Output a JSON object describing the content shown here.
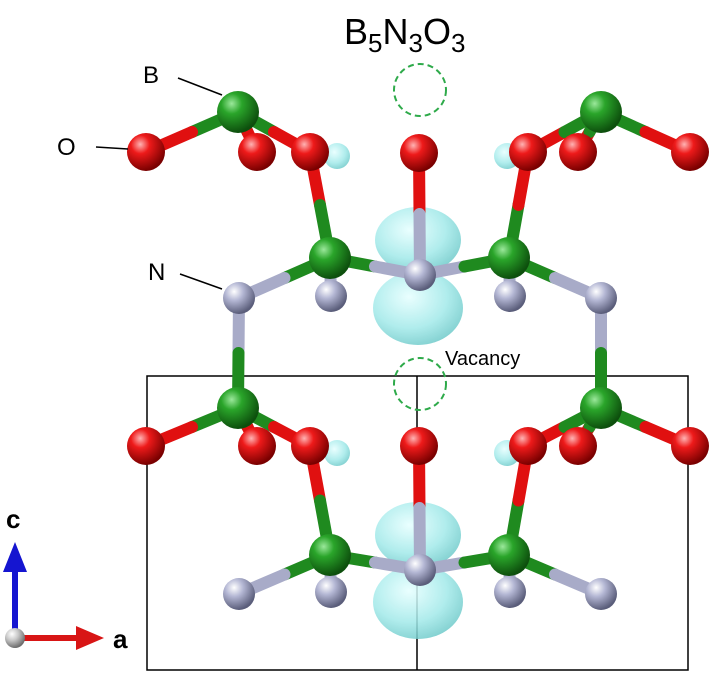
{
  "title": {
    "parts": [
      {
        "text": "B",
        "sub": false
      },
      {
        "text": "5",
        "sub": true
      },
      {
        "text": "N",
        "sub": false
      },
      {
        "text": "3",
        "sub": true
      },
      {
        "text": "O",
        "sub": false
      },
      {
        "text": "3",
        "sub": true
      }
    ]
  },
  "atom_labels": {
    "boron": "B",
    "oxygen": "O",
    "nitrogen": "N"
  },
  "vacancy_label": "Vacancy",
  "axes": {
    "vertical": "c",
    "horizontal": "a"
  },
  "colors": {
    "boron": "#1f8a1f",
    "oxygen": "#e01010",
    "nitrogen": "#a8abc8",
    "isosurface": "#9de6e6",
    "vacancy_circle": "#2eaa4a",
    "axis_c": "#1515d0",
    "axis_a": "#d81515",
    "cell_line": "#000000"
  }
}
